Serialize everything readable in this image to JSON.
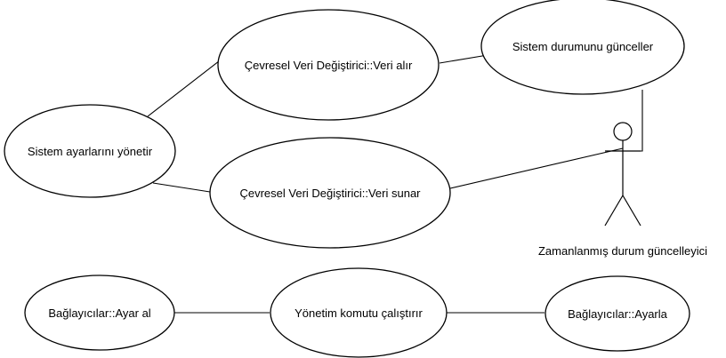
{
  "use_cases": {
    "system_settings": "Sistem ayarlarını yönetir",
    "env_data_receive": "Çevresel Veri Değiştirici::Veri alır",
    "env_data_present": "Çevresel Veri Değiştirici::Veri sunar",
    "system_status_update": "Sistem durumunu günceller",
    "connector_get_setting": "Bağlayıcılar::Ayar al",
    "run_admin_command": "Yönetim komutu çalıştırır",
    "connector_set": "Bağlayıcılar::Ayarla"
  },
  "actor": {
    "name": "Zamanlanmış durum güncelleyici"
  }
}
